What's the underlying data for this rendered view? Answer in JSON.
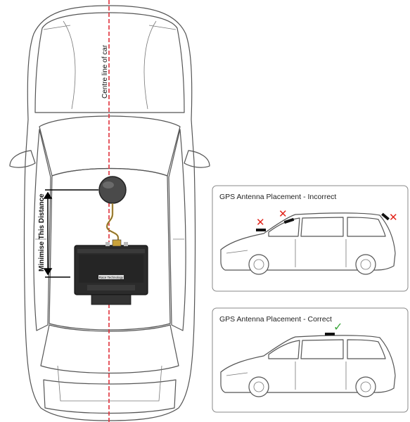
{
  "labels": {
    "centre_line": "Centre line of car",
    "minimise_distance": "Minimise This Distance"
  },
  "device": {
    "brand_text": "Race Technology"
  },
  "panels": {
    "incorrect": {
      "title": "GPS Antenna Placement - Incorrect",
      "mark": "✕"
    },
    "correct": {
      "title": "GPS Antenna Placement - Correct",
      "mark": "✓"
    }
  },
  "colors": {
    "centre_line": "#e0303a",
    "cross": "#e2231a",
    "tick": "#3aa63a",
    "device": "#2b2b2b",
    "cable": "#c9a23a"
  }
}
